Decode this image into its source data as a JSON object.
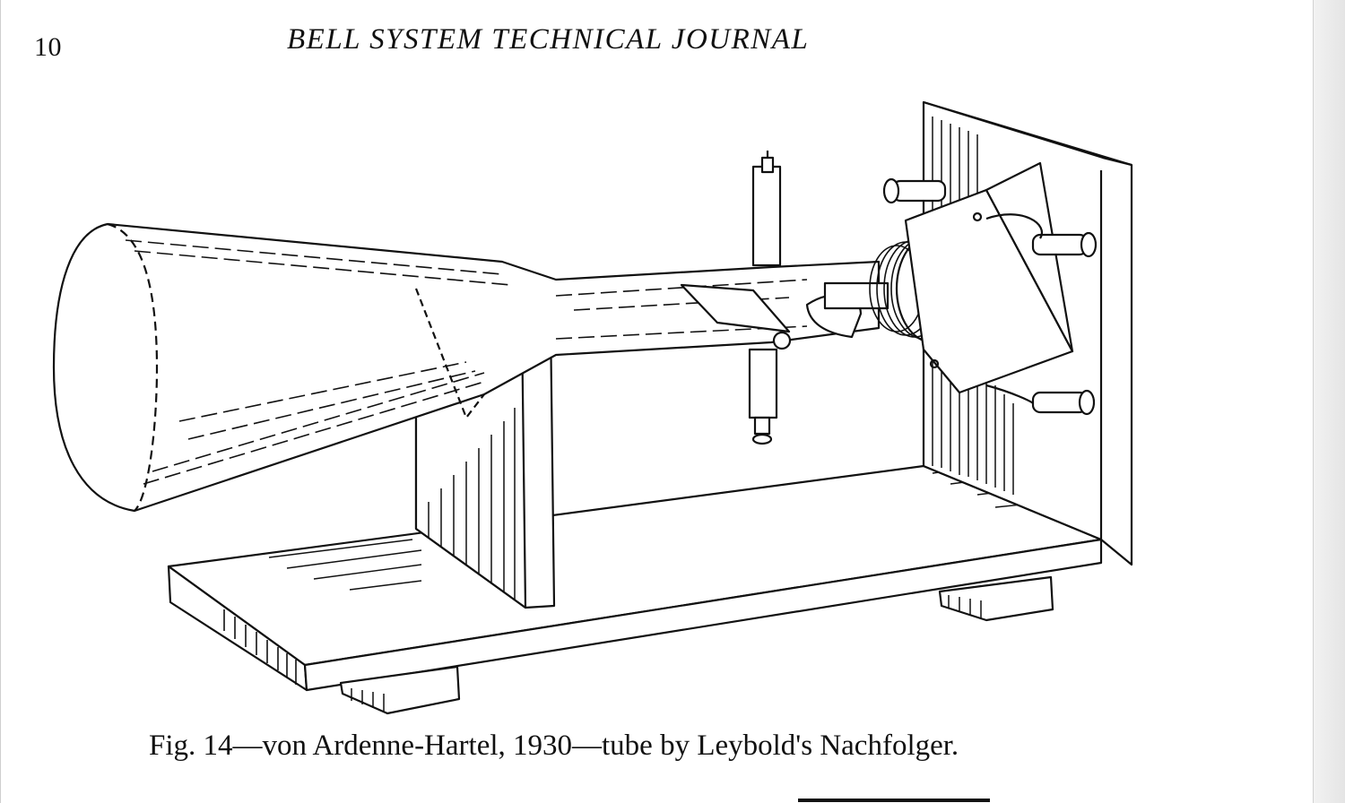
{
  "header": {
    "page_number": "10",
    "running_head": "BELL SYSTEM TECHNICAL JOURNAL"
  },
  "figure": {
    "icon": "cathode-ray-tube-drawing-icon",
    "caption": "Fig. 14—von Ardenne-Hartel, 1930—tube by Leybold's Nachfolger."
  },
  "colors": {
    "ink": "#111111",
    "paper": "#ffffff"
  }
}
